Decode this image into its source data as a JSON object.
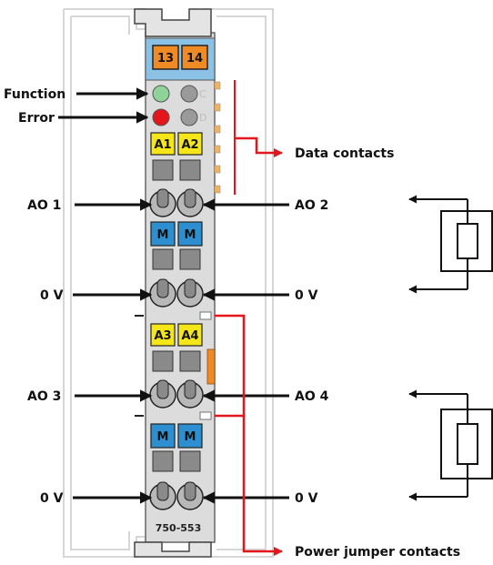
{
  "device": {
    "model": "750-553",
    "top_markers": [
      "13",
      "14"
    ],
    "led_letters": [
      "C",
      "D"
    ],
    "channel_markers": [
      "A1",
      "A2",
      "A3",
      "A4"
    ],
    "m_marker": "M"
  },
  "labels": {
    "function": "Function",
    "error": "Error",
    "data_contacts": "Data contacts",
    "ao1": "AO 1",
    "ao2": "AO 2",
    "ao3": "AO 3",
    "ao4": "AO 4",
    "zero_v": "0 V",
    "power_jumper": "Power jumper contacts"
  },
  "colors": {
    "module_body": "#dcdcdc",
    "orange_marker": "#f08a24",
    "blue_marker": "#2d8fcf",
    "yellow_marker": "#f5e61a",
    "led_function": "#8fd29a",
    "led_error": "#e3161b",
    "accent_red": "#e3161b",
    "arrow": "#111111"
  }
}
